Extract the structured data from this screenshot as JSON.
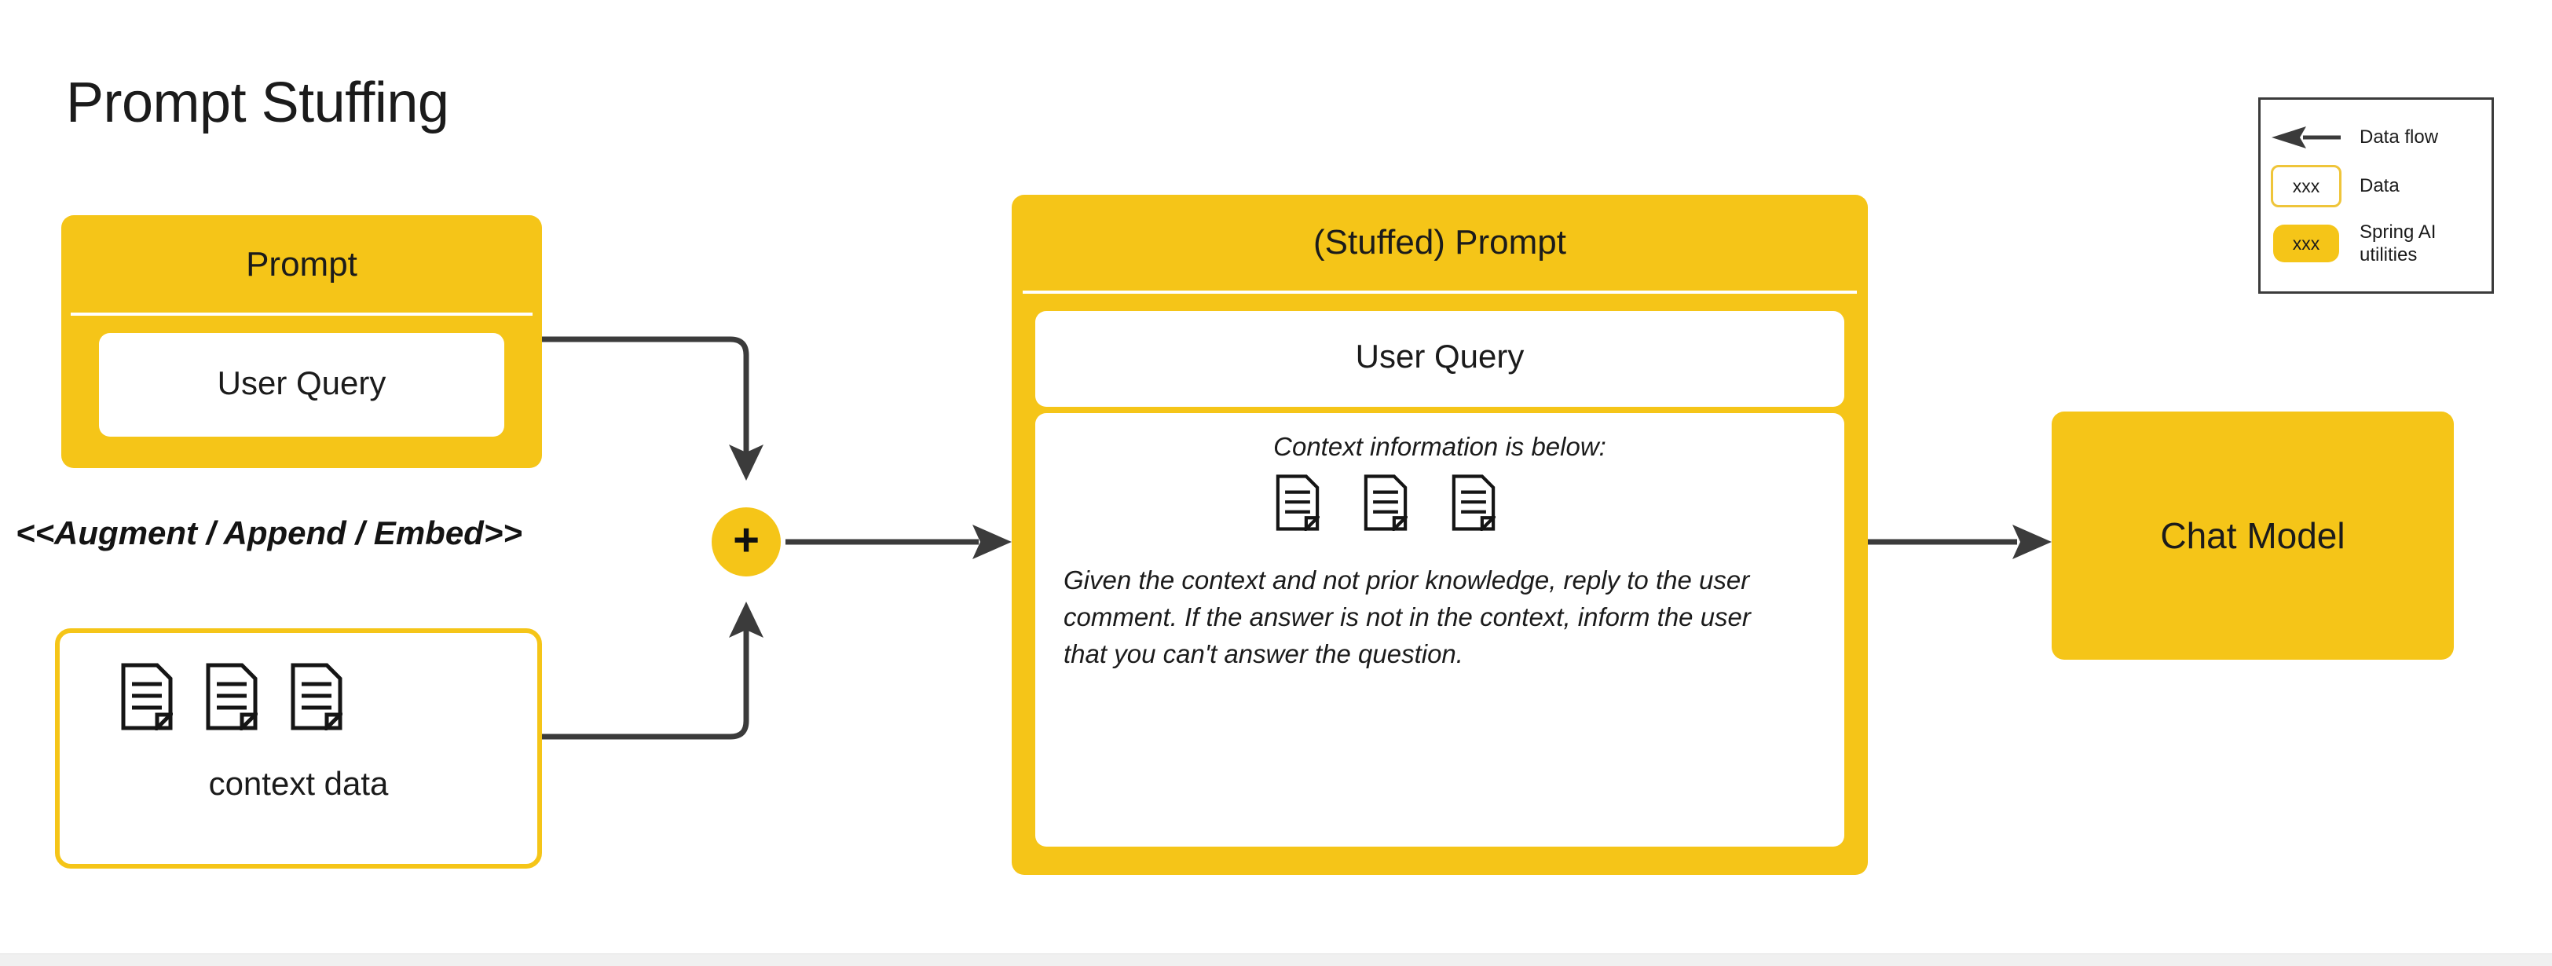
{
  "title": "Prompt Stuffing",
  "colors": {
    "accent_yellow": "#F5C518",
    "legend_outline_yellow": "#EFC53A",
    "text_dark": "#1b1b1b",
    "connector_gray": "#3b3b3b",
    "background": "#ffffff",
    "bottom_bar": "#f0f0f0"
  },
  "prompt_card": {
    "title": "Prompt",
    "user_query_label": "User Query"
  },
  "augment_caption": "<<Augment / Append / Embed>>",
  "combine_node": {
    "symbol": "+"
  },
  "context_data_card": {
    "label": "context data",
    "doc_icon_count": 3,
    "doc_icon_name": "document-icon"
  },
  "stuffed_prompt_card": {
    "title": "(Stuffed) Prompt",
    "user_query_label": "User Query",
    "context_heading": "Context information is below:",
    "doc_icon_count": 3,
    "instruction_text": "Given the context and not prior knowledge, reply to the user comment. If the answer is not in the context, inform the user that you can't answer the question."
  },
  "chat_model": {
    "label": "Chat Model"
  },
  "legend": {
    "rows": [
      {
        "label": "Data flow",
        "swatch": "arrow-left-icon",
        "swatch_text": ""
      },
      {
        "label": "Data",
        "swatch": "outlined-rounded-rect",
        "swatch_text": "xxx"
      },
      {
        "label": "Spring AI utilities",
        "swatch": "filled-rounded-rect",
        "swatch_text": "xxx"
      }
    ]
  }
}
